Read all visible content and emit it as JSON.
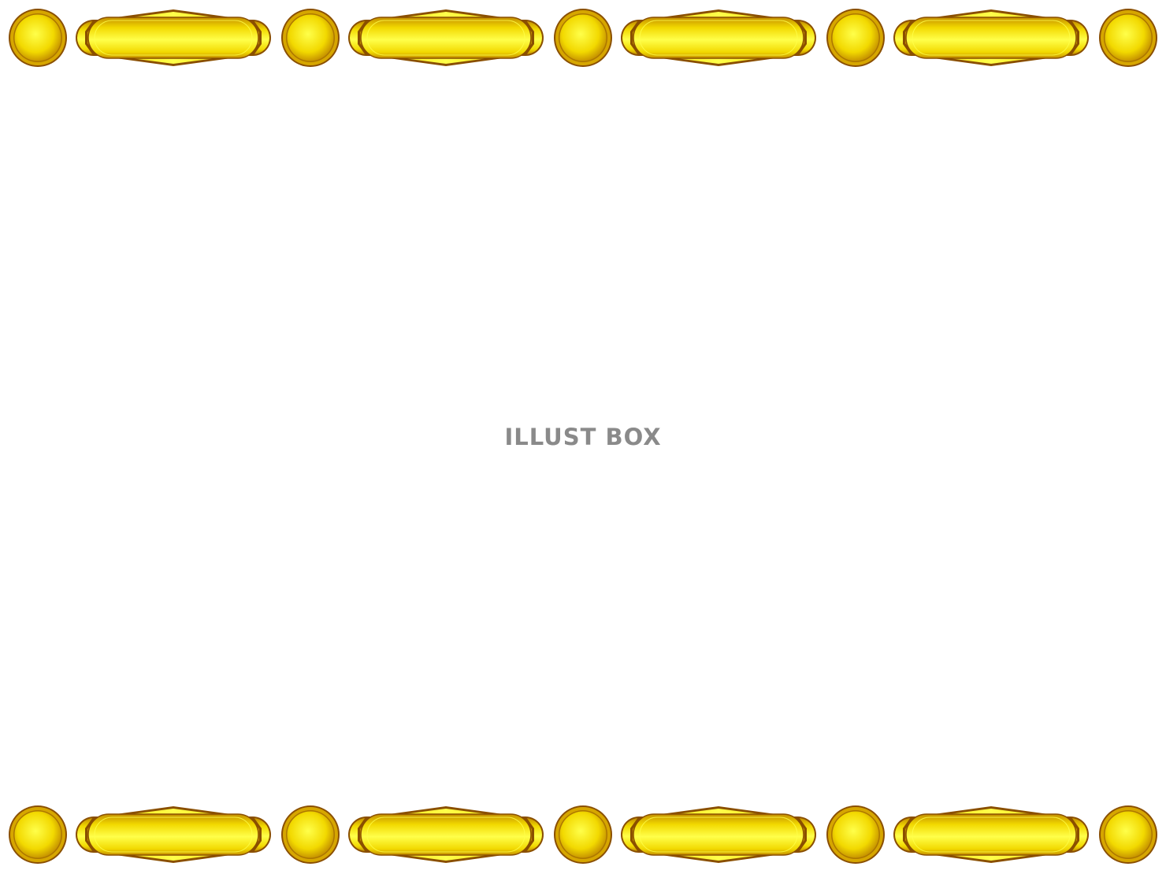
{
  "canvas": {
    "background": "#ffffff"
  },
  "border": {
    "ornament_count": 5,
    "plaque_count": 4,
    "colors": {
      "gold_light": "#ffff4a",
      "gold_mid": "#f2d900",
      "gold_dark": "#c48f00",
      "rim": "#8a4f00",
      "shadow": "#d6a600"
    },
    "icons": {
      "round": "gold-round-ornament-icon",
      "plaque": "gold-diamond-plaque-icon"
    }
  },
  "watermark": {
    "text": "ILLUST BOX",
    "color": "#8a8a8a"
  }
}
